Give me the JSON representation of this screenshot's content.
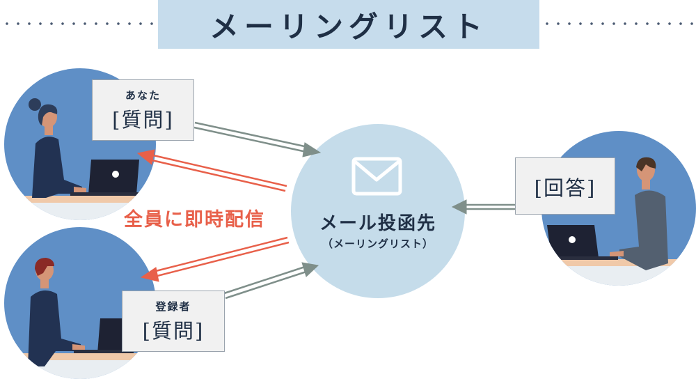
{
  "title": "メーリングリスト",
  "hub": {
    "label": "メール投函先",
    "sublabel": "（メーリングリスト）"
  },
  "broadcast_label": "全員に即時配信",
  "boxes": {
    "you": {
      "small": "あなた",
      "big": "[質問]"
    },
    "registrant": {
      "small": "登録者",
      "big": "[質問]"
    },
    "answer": {
      "big": "[回答]"
    }
  },
  "colors": {
    "title_bg": "#c6dcec",
    "hub_bg": "#c5dcea",
    "person_circle": "#5f8fc6",
    "gray_arrow": "#7f8f8a",
    "red_arrow": "#e8604a",
    "text": "#1f2f45"
  },
  "icons": [
    "envelope-icon",
    "laptop-icon",
    "person-icon"
  ]
}
